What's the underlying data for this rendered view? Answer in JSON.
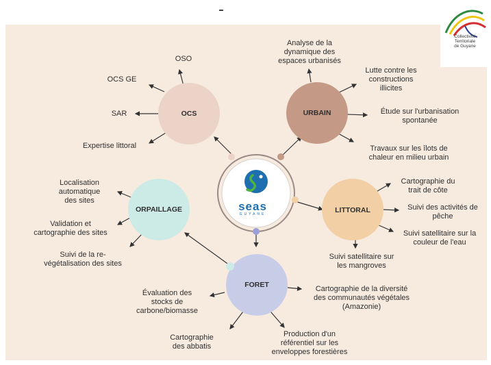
{
  "logo": {
    "line1": "Collectivité",
    "line2": "Territoriale",
    "line3": "de Guyane"
  },
  "center": {
    "name": "seas",
    "sub": "GUYANE"
  },
  "nodes": {
    "ocs": "OCS",
    "urbain": "URBAIN",
    "littoral": "LITTORAL",
    "foret": "FORET",
    "orpaillage": "ORPAILLAGE"
  },
  "labels": {
    "oso": "OSO",
    "ocs_ge": "OCS GE",
    "sar": "SAR",
    "expertise": "Expertise littoral",
    "analyse": "Analyse de la\ndynamique des\nespaces  urbanisés",
    "lutte": "Lutte contre les\nconstructions\nillicites",
    "etude": "Étude sur l'urbanisation\nspontanée",
    "travaux": "Travaux sur les îlots de\nchaleur en milieu urbain",
    "trait": "Cartographie du\ntrait de côte",
    "peche": "Suivi des activités de\npêche",
    "couleur": "Suivi satellitaire sur la\ncouleur de l'eau",
    "mangroves": "Suivi satellitaire sur\nles mangroves",
    "diversite": "Cartographie de la diversité\ndes communautés végétales\n(Amazonie)",
    "referentiel": "Production d'un\nréférentiel sur les\nenveloppes forestières",
    "abbatis": "Cartographie\ndes abbatis",
    "stocks": "Évaluation des\nstocks de\ncarbone/biomasse",
    "localisation": "Localisation\nautomatique\ndes sites",
    "validation": "Validation et\ncartographie des sites",
    "revegetalisation": "Suivi de la re-\nvégétalisation des sites"
  },
  "colors": {
    "background": "#f7ebe0",
    "ocs": "#ecd3c7",
    "urbain": "#c49a86",
    "littoral": "#f3cfa5",
    "foret": "#c8cde7",
    "orpaillage": "#cdebe6",
    "center_ring": "#9c8a86",
    "seas_blue": "#1e6fb0",
    "seas_green": "#4fb340"
  }
}
